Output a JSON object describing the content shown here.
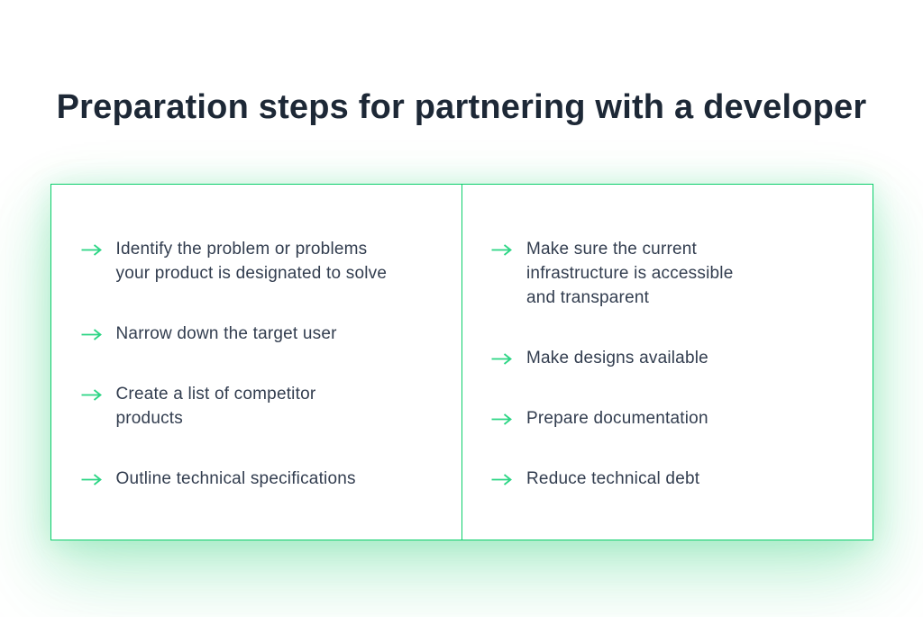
{
  "page": {
    "title": "Preparation steps for partnering with a developer"
  },
  "colors": {
    "panel_border_green": "#0bce6b",
    "arrow_green": "#2bd584",
    "title_text": "#1d2836",
    "body_text": "#323d4f",
    "glow_green": "rgba(18,206,105,0.2)"
  },
  "icons": {
    "list_marker": "long-right-arrow-icon"
  },
  "columns": [
    {
      "items": [
        {
          "text": "Identify the problem or problems\nyour product is designated to solve"
        },
        {
          "text": "Narrow down the target user"
        },
        {
          "text": "Create a list of competitor\nproducts"
        },
        {
          "text": "Outline technical specifications"
        }
      ]
    },
    {
      "items": [
        {
          "text": "Make sure the current\ninfrastructure is accessible\nand transparent"
        },
        {
          "text": "Make designs available"
        },
        {
          "text": "Prepare documentation"
        },
        {
          "text": "Reduce technical debt"
        }
      ]
    }
  ]
}
